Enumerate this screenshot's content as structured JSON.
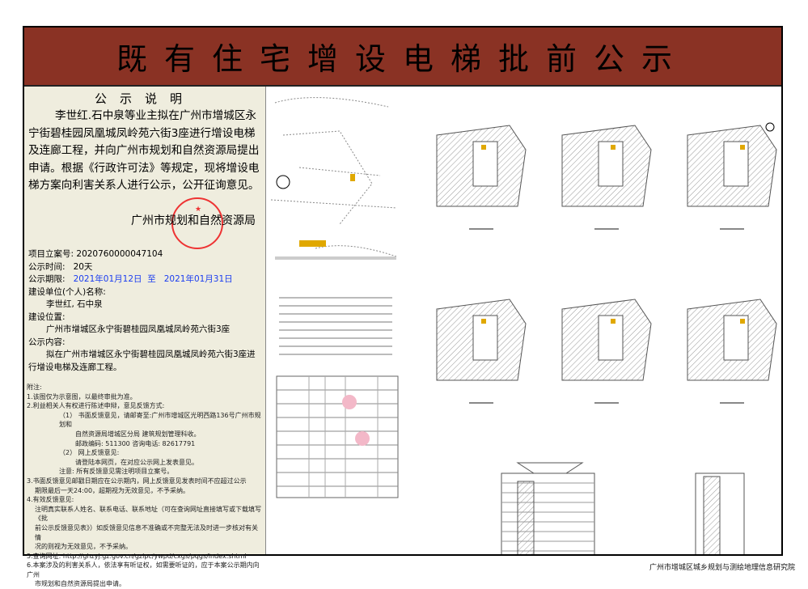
{
  "header": {
    "title": "既有住宅增设电梯批前公示"
  },
  "notice": {
    "title": "公示说明",
    "paragraph": "李世红.石中泉等业主拟在广州市增城区永宁街碧桂园凤凰城凤岭苑六街3座进行增设电梯及连廊工程，并向广州市规划和自然资源局提出申请。根据《行政许可法》等规定，现将增设电梯方案向利害关系人进行公示，公开征询意见。",
    "signature": "广州市规划和自然资源局"
  },
  "info": {
    "project_no_label": "项目立案号:",
    "project_no": "2020760000047104",
    "duration_label": "公示时间:",
    "duration": "20天",
    "period_label": "公示期限:",
    "period_start": "2021年01月12日",
    "period_sep": "至",
    "period_end": "2021年01月31日",
    "builder_label": "建设单位(个人)名称:",
    "builder": "李世红, 石中泉",
    "location_label": "建设位置:",
    "location": "广州市增城区永宁街碧桂园凤凰城凤岭苑六街3座",
    "content_label": "公示内容:",
    "content": "拟在广州市增城区永宁街碧桂园凤凰城凤岭苑六街3座进行增设电梯及连廊工程。"
  },
  "notes": {
    "title": "附注:",
    "items": [
      {
        "text": "1.该图仅为示意图，以最终审批为准。",
        "cls": ""
      },
      {
        "text": "2.利益相关人有权进行陈述申辩，意见反馈方式:",
        "cls": ""
      },
      {
        "text": "（1） 书面反馈意见，请邮寄至:广州市增城区光明西路136号广州市规划和",
        "cls": "n2"
      },
      {
        "text": "自然资源局增城区分局 建筑规划管理科收。",
        "cls": "n3"
      },
      {
        "text": "邮政编码: 511300    咨询电话: 82617791",
        "cls": "n3"
      },
      {
        "text": "（2） 网上反馈意见:",
        "cls": "n2"
      },
      {
        "text": "请登陆本网页，在对应公示网上发表意见。",
        "cls": "n3"
      },
      {
        "text": "注意: 所有反馈意见需注明项目立案号。",
        "cls": "n2"
      },
      {
        "text": "3.书面反馈意见邮戳日期应在公示期内，网上反馈意见发表时间不应超过公示",
        "cls": ""
      },
      {
        "text": "期限最后一天24:00，超期视为无效意见，不予采纳。",
        "cls": "n1"
      },
      {
        "text": "4.有效反馈意见:",
        "cls": ""
      },
      {
        "text": "注明真实联系人姓名、联系电话、联系地址（可在查询网址直接填写或下载填写《批",
        "cls": "n1"
      },
      {
        "text": "前公示反馈意见表》）如反馈意见信息不准确或不完整无法及时进一步核对有关情",
        "cls": "n1"
      },
      {
        "text": "况的则视为无效意见，不予采纳。",
        "cls": "n1"
      },
      {
        "text": "5.查询网址: http://ghzyj.gz.gov.cn/gzlpc/ywpd/cxgs/pqgs/index.shtml",
        "cls": ""
      },
      {
        "text": "6.本案涉及的利害关系人，依法享有听证权，如需要听证的，应于本案公示期内向广州",
        "cls": ""
      },
      {
        "text": "市规划和自然资源局提出申请。",
        "cls": "n1"
      }
    ]
  },
  "footer": {
    "text": "广州市增城区城乡规划与测绘地理信息研究院"
  },
  "colors": {
    "header": "#8a3224",
    "panel": "#efedde",
    "seal": "#e33333",
    "highlight": "#e0a800",
    "date": "#1a3cf0"
  }
}
